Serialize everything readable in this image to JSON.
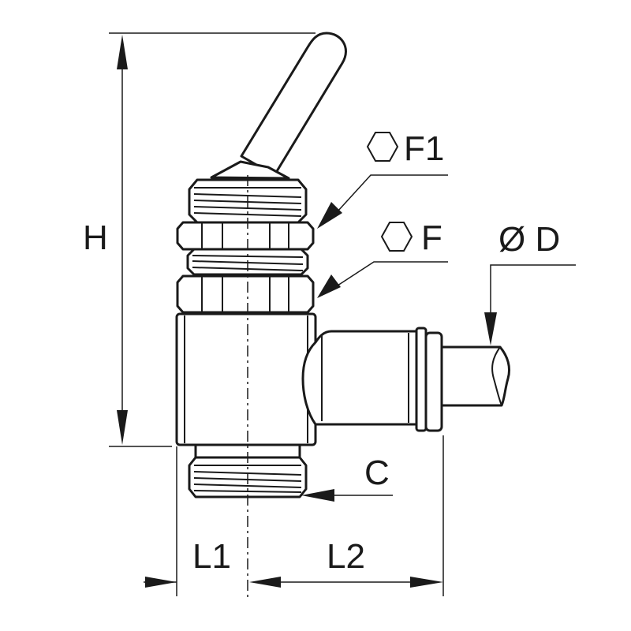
{
  "labels": {
    "height": "H",
    "hex_top": "F1",
    "hex_bottom": "F",
    "tube_diameter": "Ø D",
    "thread": "C",
    "length_1": "L1",
    "length_2": "L2"
  },
  "colors": {
    "line": "#1a1a1a",
    "background": "#ffffff"
  },
  "icons": {
    "hex_top": "hexagon-icon",
    "hex_bottom": "hexagon-icon"
  }
}
